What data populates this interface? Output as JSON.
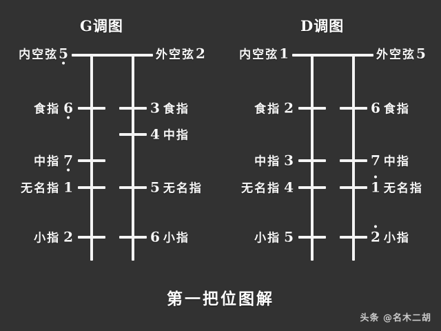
{
  "background_color": "#323232",
  "line_color": "#f4f4f4",
  "text_color": "#f7f7f7",
  "caption": "第一把位图解",
  "watermark": "头条 @名木二胡",
  "diagrams": [
    {
      "id": "g",
      "title": "G调图",
      "open_string": {
        "inner_label": "内空弦",
        "inner_number": "5",
        "inner_dot": "below",
        "outer_label": "外空弦",
        "outer_number": "2",
        "outer_dot": "none"
      },
      "positions": [
        {
          "finger": "食指",
          "inner_number": "6",
          "inner_dot": "below",
          "outer_number": "3",
          "outer_dot": "none",
          "outer_finger": "食指",
          "inner_shown": true,
          "outer_shown": true
        },
        {
          "finger": "中指",
          "inner_number": "",
          "inner_dot": "none",
          "outer_number": "4",
          "outer_dot": "none",
          "outer_finger": "中指",
          "inner_shown": false,
          "outer_shown": true
        },
        {
          "finger": "中指",
          "inner_number": "7",
          "inner_dot": "below",
          "outer_number": "",
          "outer_dot": "none",
          "outer_finger": "",
          "inner_shown": true,
          "outer_shown": false
        },
        {
          "finger": "无名指",
          "inner_number": "1",
          "inner_dot": "none",
          "outer_number": "5",
          "outer_dot": "none",
          "outer_finger": "无名指",
          "inner_shown": true,
          "outer_shown": true
        },
        {
          "finger": "小指",
          "inner_number": "2",
          "inner_dot": "none",
          "outer_number": "6",
          "outer_dot": "none",
          "outer_finger": "小指",
          "inner_shown": true,
          "outer_shown": true
        }
      ]
    },
    {
      "id": "d",
      "title": "D调图",
      "open_string": {
        "inner_label": "内空弦",
        "inner_number": "1",
        "inner_dot": "none",
        "outer_label": "外空弦",
        "outer_number": "5",
        "outer_dot": "none"
      },
      "positions": [
        {
          "finger": "食指",
          "inner_number": "2",
          "inner_dot": "none",
          "outer_number": "6",
          "outer_dot": "none",
          "outer_finger": "食指",
          "inner_shown": true,
          "outer_shown": true
        },
        {
          "finger": "",
          "inner_number": "",
          "inner_dot": "none",
          "outer_number": "",
          "outer_dot": "none",
          "outer_finger": "",
          "inner_shown": false,
          "outer_shown": false
        },
        {
          "finger": "中指",
          "inner_number": "3",
          "inner_dot": "none",
          "outer_number": "7",
          "outer_dot": "none",
          "outer_finger": "中指",
          "inner_shown": true,
          "outer_shown": true
        },
        {
          "finger": "无名指",
          "inner_number": "4",
          "inner_dot": "none",
          "outer_number": "1",
          "outer_dot": "above",
          "outer_finger": "无名指",
          "inner_shown": true,
          "outer_shown": true
        },
        {
          "finger": "小指",
          "inner_number": "5",
          "inner_dot": "none",
          "outer_number": "2",
          "outer_dot": "above",
          "outer_finger": "小指",
          "inner_shown": true,
          "outer_shown": true
        }
      ]
    }
  ]
}
